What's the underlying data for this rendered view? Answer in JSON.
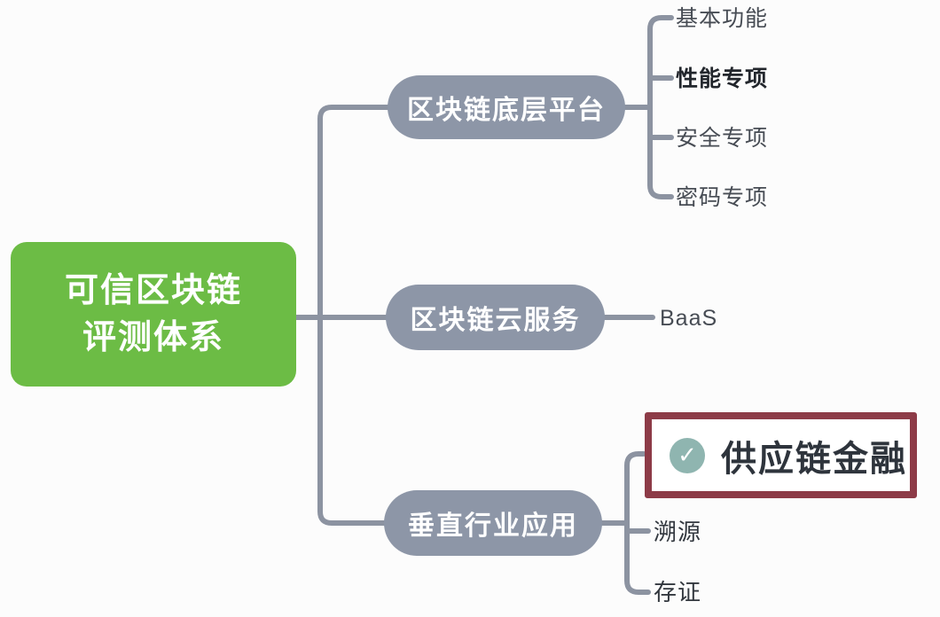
{
  "diagram_title": "可信区块链评测体系",
  "root": {
    "line1": "可信区块链",
    "line2": "评测体系"
  },
  "branches": [
    {
      "label": "区块链底层平台",
      "children": [
        {
          "label": "基本功能"
        },
        {
          "label": "性能专项",
          "emphasis": true
        },
        {
          "label": "安全专项"
        },
        {
          "label": "密码专项"
        }
      ]
    },
    {
      "label": "区块链云服务",
      "children": [
        {
          "label": "BaaS"
        }
      ]
    },
    {
      "label": "垂直行业应用",
      "children": [
        {
          "label": "供应链金融",
          "highlighted": true,
          "checked": true
        },
        {
          "label": "溯源"
        },
        {
          "label": "存证"
        }
      ]
    }
  ],
  "icons": {
    "check": "✓"
  },
  "colors": {
    "root_green": "#6CBC45",
    "node_gray": "#8D96A7",
    "line_gray": "#8C93A1",
    "leaf_text": "#474C54",
    "leaf_text_dark": "#22262C",
    "highlight_border": "#8D3B47",
    "highlight_text": "#2E343C",
    "check_bg": "#8FB5B0",
    "check_mark": "#FFFFFF",
    "node_text": "#FFFFFF",
    "background": "#FCFCFC"
  }
}
